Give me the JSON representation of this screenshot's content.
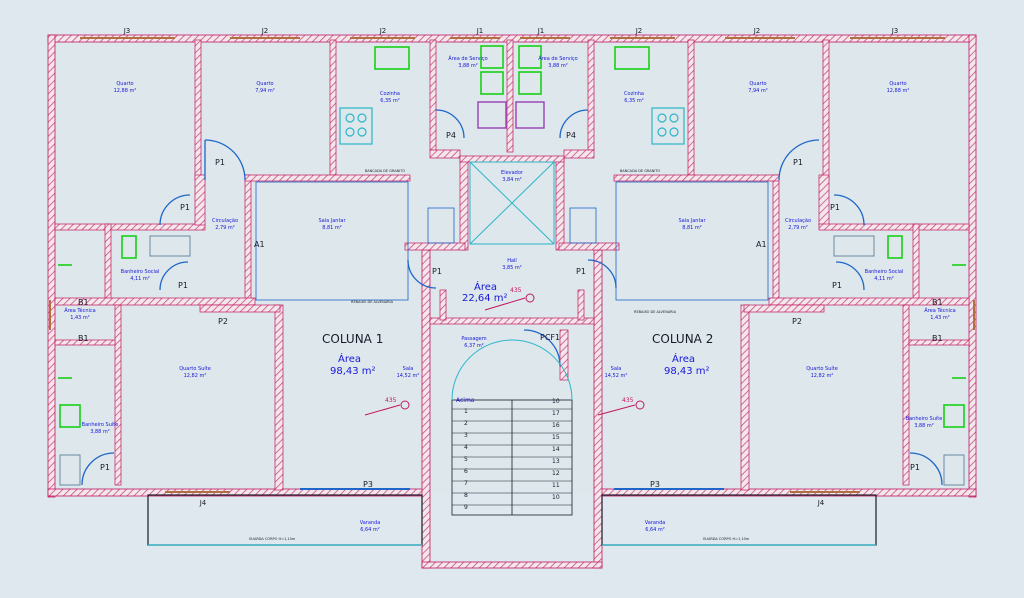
{
  "colors": {
    "background": "#dfe8ee",
    "wall_outline": "#c21860",
    "wall_hatch": "#c8507a",
    "room_label": "#1818d8",
    "dark_label": "#1a1a2a",
    "door": "#1f66c8",
    "fixture": "#18d018",
    "window": "#b07040",
    "cyan_line": "#2bb6c8"
  },
  "columns": [
    {
      "name": "COLUNA 1",
      "area_label": "Área",
      "area_value": "98,43 m²"
    },
    {
      "name": "COLUNA 2",
      "area_label": "Área",
      "area_value": "98,43 m²"
    }
  ],
  "hall": {
    "area_label": "Área",
    "area_value": "22,64 m²",
    "lobby": "Hall",
    "lobby_area": "3,85 m²",
    "elevator": "Elevador",
    "elevator_area": "3,84 m²",
    "passage": "Passagem",
    "passage_area": "6,37 m²"
  },
  "level_marks": [
    "435",
    "435",
    "435"
  ],
  "rooms": {
    "quarto": "Quarto",
    "quarto_suite": "Quarto Suíte",
    "cozinha": "Cozinha",
    "area_servico": "Área de Serviço",
    "sala_jantar": "Sala Jantar",
    "sala": "Sala",
    "circulacao": "Circulação",
    "banheiro_social": "Banheiro Social",
    "banheiro_suite": "Banheiro Suíte",
    "area_tecnica": "Área Técnica",
    "varanda": "Varanda"
  },
  "room_areas": {
    "quarto_corner": "12,88 m²",
    "quarto_mid": "7,94 m²",
    "cozinha": "6,35 m²",
    "area_servico": "3,88 m²",
    "sala_jantar": "8,81 m²",
    "sala": "14,52 m²",
    "circulacao": "2,79 m²",
    "banheiro_social": "4,11 m²",
    "quarto_suite": "12,82 m²",
    "banheiro_suite": "3,88 m²",
    "area_tecnica": "1,43 m²",
    "varanda": "6,64 m²"
  },
  "notes": {
    "bancada": "BANCADA DE GRANITO",
    "rebaixo": "REBAIXO DE ALVENARIA",
    "guarda_corpo": "GUARDA CORPO H=1,10m",
    "pcf": "PCF1",
    "stair_label": "Acima"
  },
  "window_tags": [
    "J3",
    "J2",
    "J2",
    "J1",
    "J1",
    "J2",
    "J2",
    "J3",
    "J4",
    "J4"
  ],
  "door_tags": [
    "P1",
    "P1",
    "P1",
    "P1",
    "P1",
    "P1",
    "P1",
    "P1",
    "P1",
    "P1",
    "P2",
    "P2",
    "P3",
    "P3",
    "P4",
    "P4",
    "A1",
    "A1",
    "B1",
    "B1",
    "B1",
    "B1"
  ],
  "stairs": {
    "left": [
      "1",
      "2",
      "3",
      "4",
      "5",
      "6",
      "7",
      "8",
      "9"
    ],
    "right": [
      "10",
      "17",
      "16",
      "15",
      "14",
      "13",
      "12",
      "11",
      "10"
    ]
  },
  "icons": [
    "sink-icon",
    "stove-icon",
    "toilet-icon",
    "shower-icon",
    "elevator-icon"
  ]
}
